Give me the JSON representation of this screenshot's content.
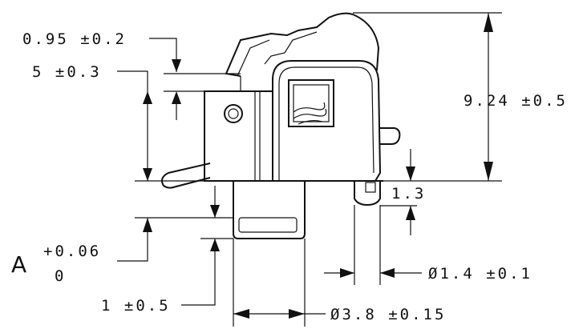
{
  "dimensions": {
    "top_offset": "0.95 ±0.2",
    "step_height": "5 ±0.3",
    "overall_height": "9.24 ±0.5",
    "peg_length": "1.3",
    "tolerance_label": "A",
    "tolerance_upper": "+0.06",
    "tolerance_lower": "0",
    "bottom_offset": "1 ±0.5",
    "peg_diameter": "Ø1.4 ±0.1",
    "boss_diameter": "Ø3.8 ±0.15"
  }
}
